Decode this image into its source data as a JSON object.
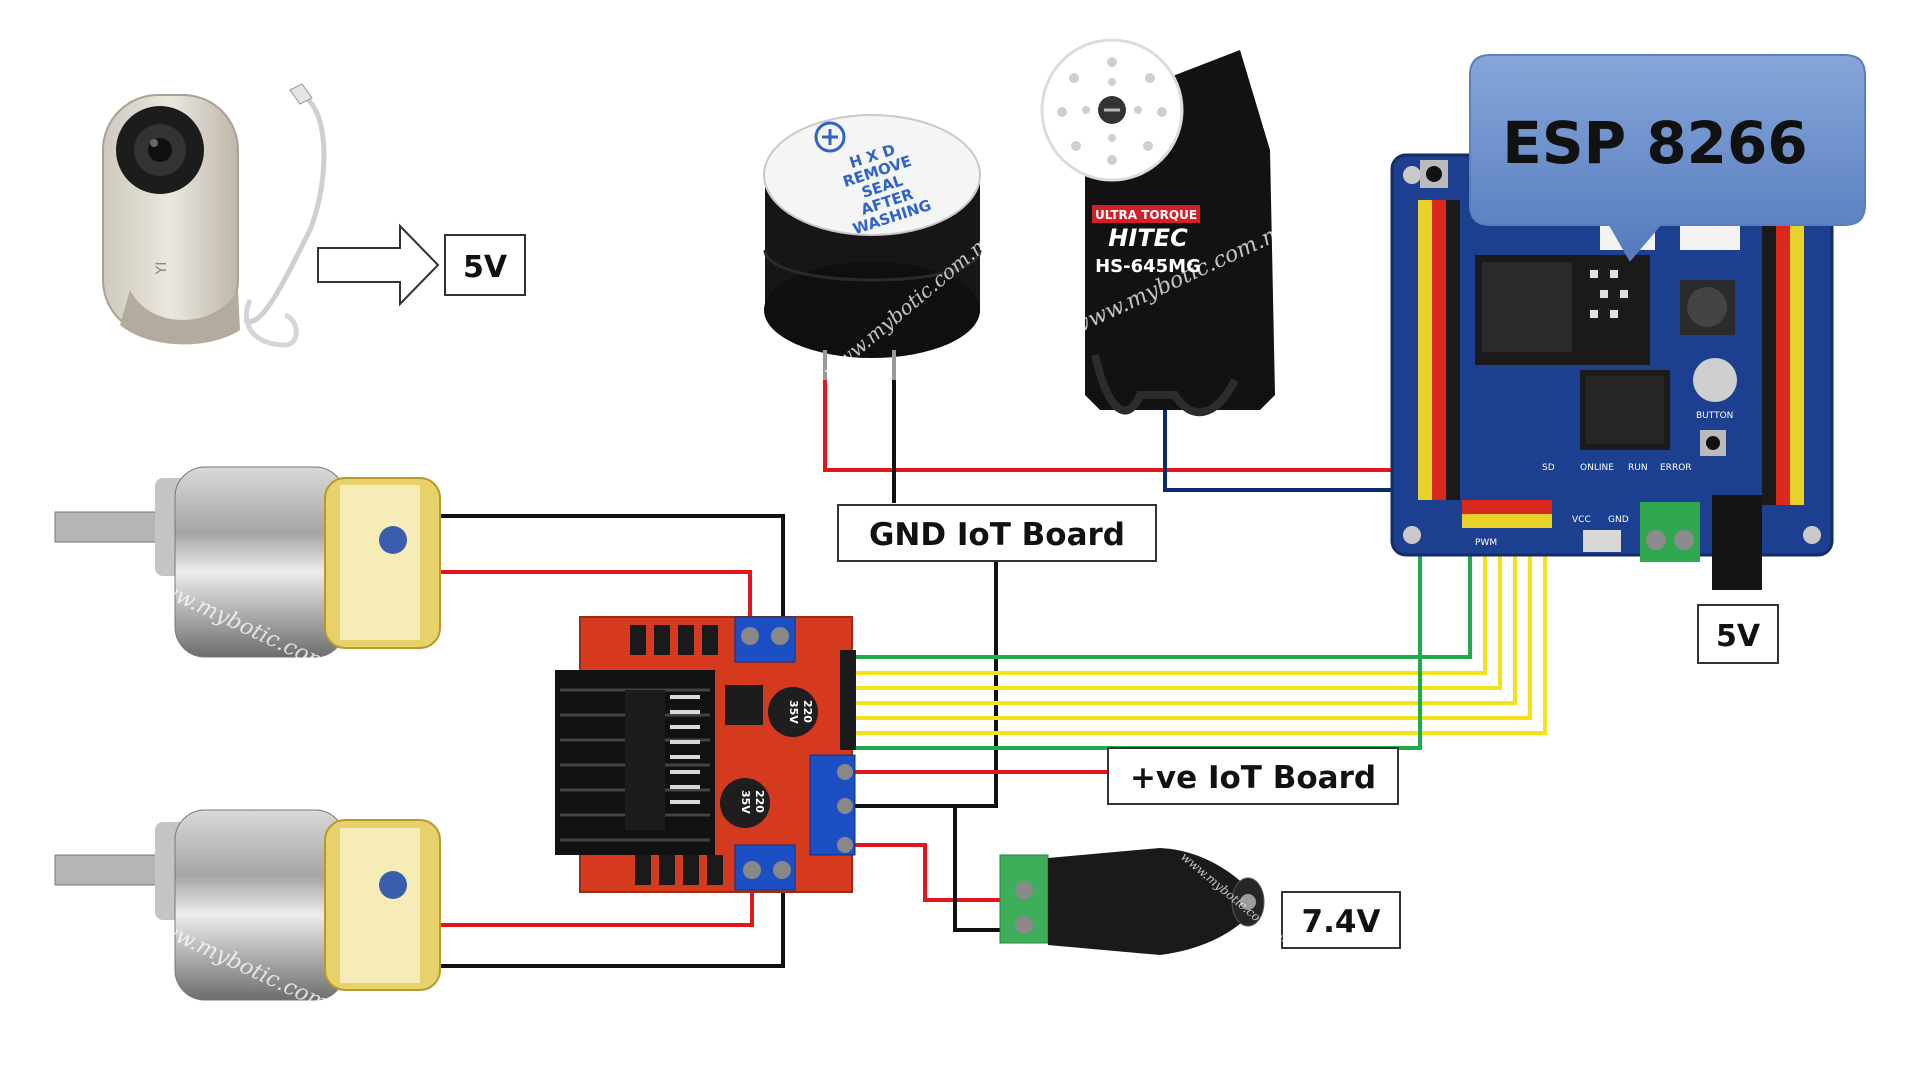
{
  "labels": {
    "camera_power": "5V",
    "gnd": "GND IoT Board",
    "esp_power": "5V",
    "pos": "+ve IoT Board",
    "battery": "7.4V",
    "esp": "ESP 8266"
  },
  "buzzer": {
    "text_lines": [
      "H X D",
      "REMOVE",
      "SEAL",
      "AFTER",
      "WASHING"
    ]
  },
  "servo": {
    "tag": "ULTRA TORQUE",
    "brand": "HITEC",
    "model": "HS-645MG"
  },
  "camera": {
    "logo": "YI"
  },
  "l298n": {
    "cap_value": "220",
    "cap_voltage": "35V"
  },
  "board": {
    "pin_labels": [
      "VCC",
      "GND",
      "ONLINE",
      "RUN",
      "ERROR",
      "BUTTON",
      "PWM",
      "SD"
    ]
  },
  "watermark": "www.mybotic.com.my",
  "colors": {
    "red": "#e4161b",
    "black": "#111111",
    "navy": "#0b2a6b",
    "green": "#1faa4b",
    "yellow": "#f4e21a",
    "board_blue": "#1d3f8f",
    "bubble": "#6f91c8",
    "l298n_red": "#d63a1e"
  }
}
